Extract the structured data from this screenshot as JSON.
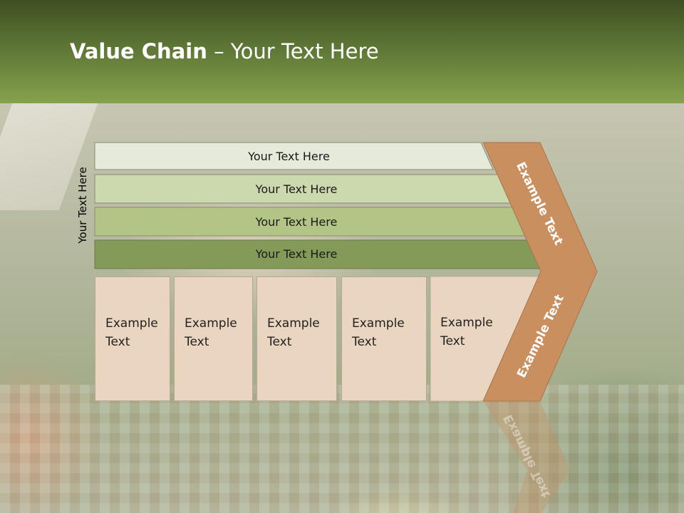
{
  "slide": {
    "title_bold": "Value Chain",
    "title_rest": " – Your Text Here",
    "side_label": "Your Text Here"
  },
  "bands": [
    {
      "label": "Your Text Here",
      "color": "#e6eadb"
    },
    {
      "label": "Your Text Here",
      "color": "#ccd8ae"
    },
    {
      "label": "Your Text Here",
      "color": "#b3c586"
    },
    {
      "label": "Your Text Here",
      "color": "#849a59"
    }
  ],
  "boxes": [
    {
      "line1": "Example",
      "line2": "Text"
    },
    {
      "line1": "Example",
      "line2": "Text"
    },
    {
      "line1": "Example",
      "line2": "Text"
    },
    {
      "line1": "Example",
      "line2": "Text"
    },
    {
      "line1": "Example",
      "line2": "Text"
    }
  ],
  "chevron": {
    "upper_label": "Example Text",
    "lower_label": "Example Text",
    "color": "#c98f5f"
  }
}
